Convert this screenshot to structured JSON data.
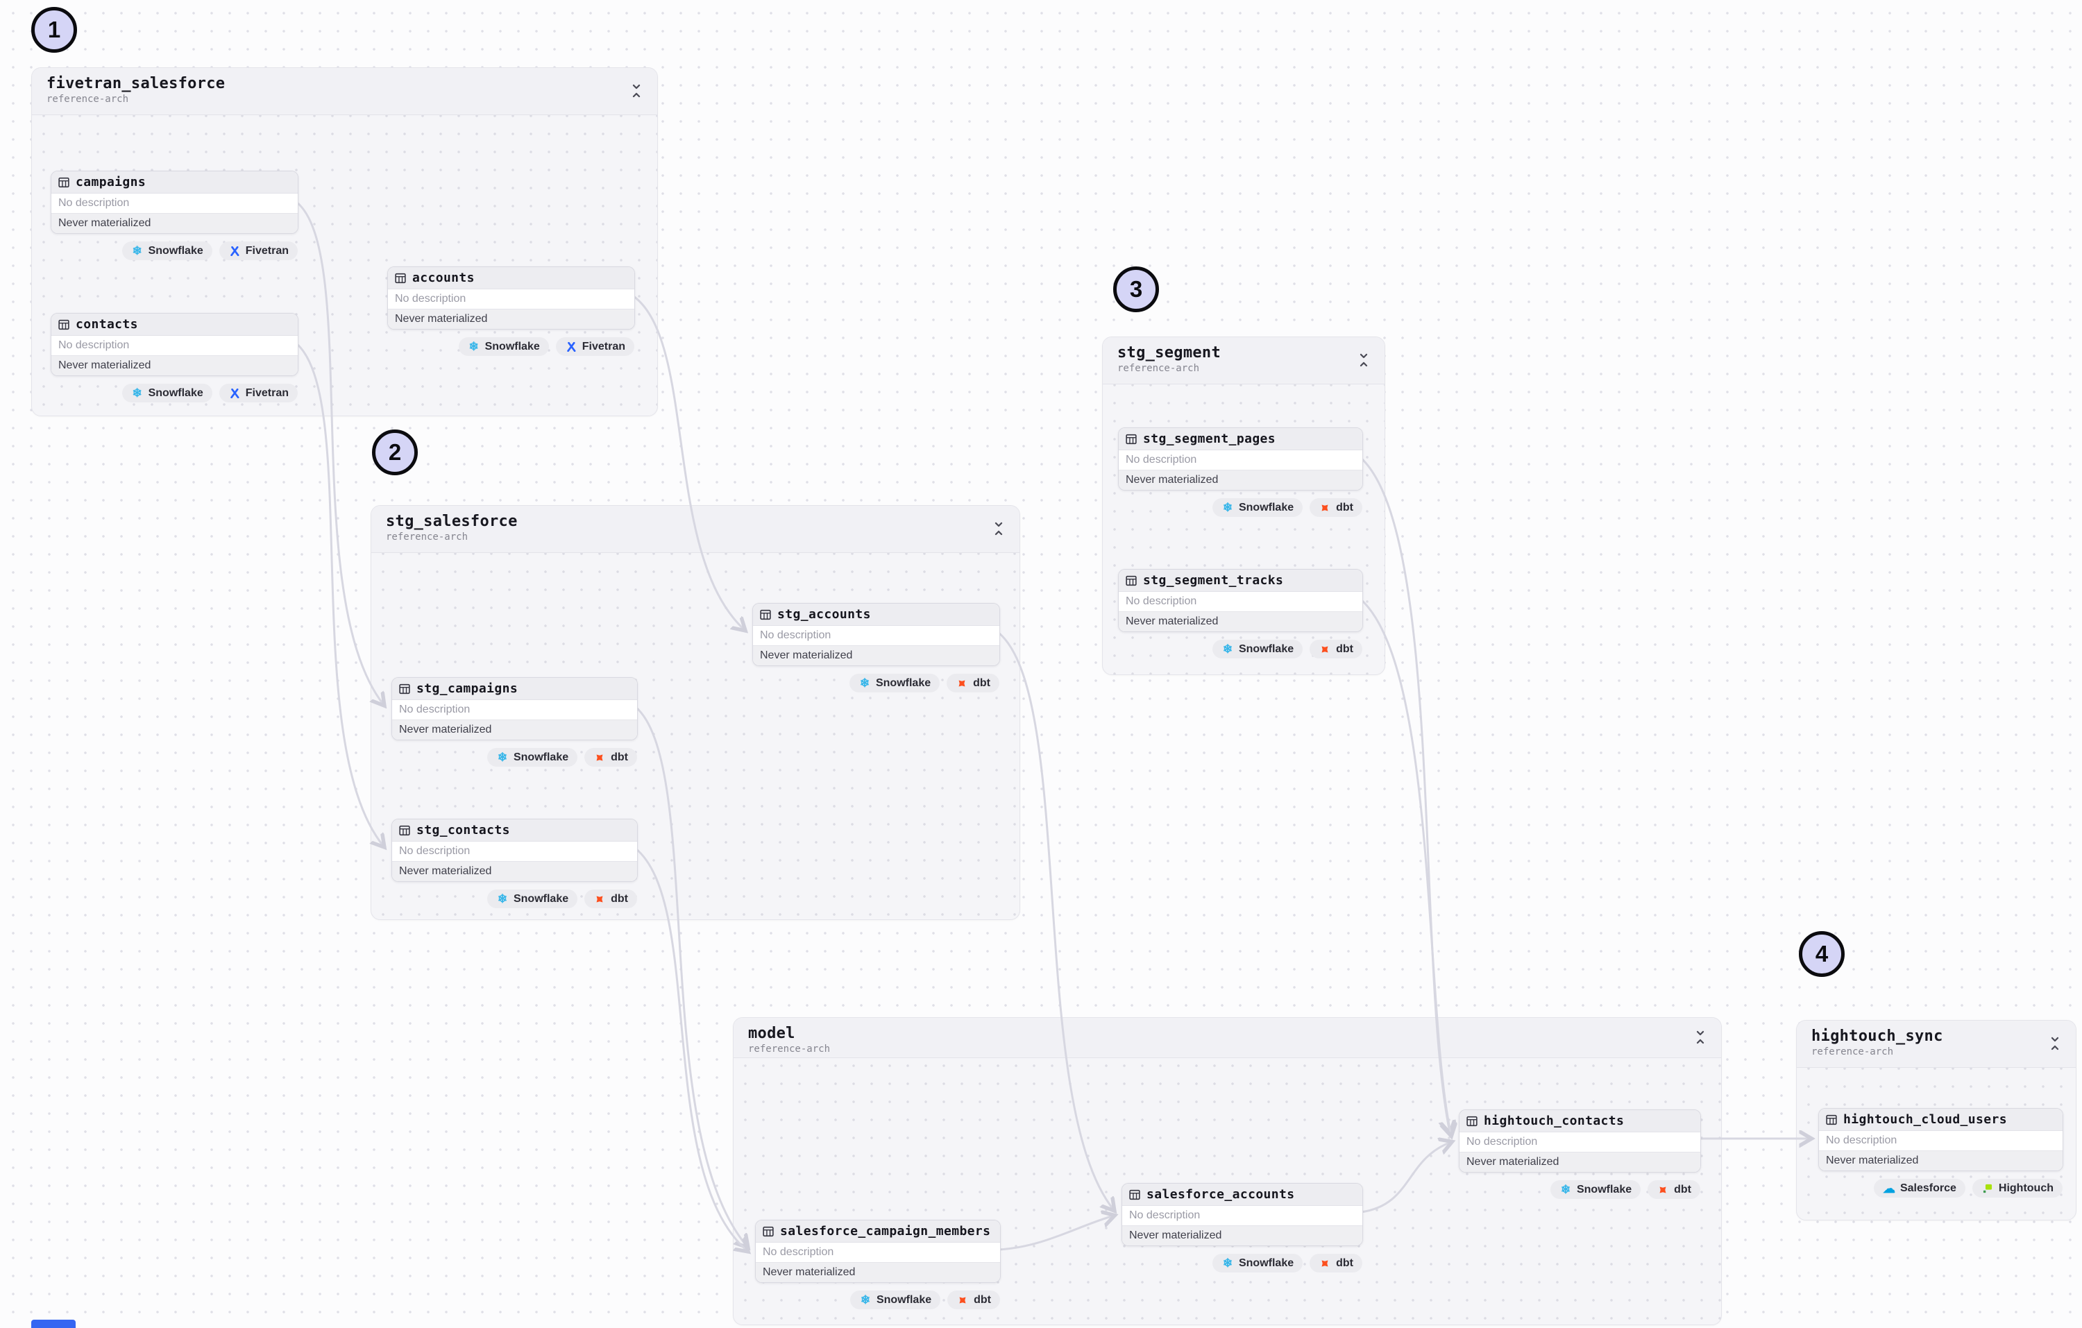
{
  "common": {
    "no_description": "No description",
    "never_materialized": "Never materialized",
    "subtitle": "reference-arch"
  },
  "annotations": [
    "1",
    "2",
    "3",
    "4"
  ],
  "groups": [
    {
      "title": "fivetran_salesforce",
      "nodes": [
        {
          "name": "campaigns",
          "badges": [
            "Snowflake",
            "Fivetran"
          ]
        },
        {
          "name": "accounts",
          "badges": [
            "Snowflake",
            "Fivetran"
          ]
        },
        {
          "name": "contacts",
          "badges": [
            "Snowflake",
            "Fivetran"
          ]
        }
      ]
    },
    {
      "title": "stg_salesforce",
      "nodes": [
        {
          "name": "stg_accounts",
          "badges": [
            "Snowflake",
            "dbt"
          ]
        },
        {
          "name": "stg_campaigns",
          "badges": [
            "Snowflake",
            "dbt"
          ]
        },
        {
          "name": "stg_contacts",
          "badges": [
            "Snowflake",
            "dbt"
          ]
        }
      ]
    },
    {
      "title": "stg_segment",
      "nodes": [
        {
          "name": "stg_segment_pages",
          "badges": [
            "Snowflake",
            "dbt"
          ]
        },
        {
          "name": "stg_segment_tracks",
          "badges": [
            "Snowflake",
            "dbt"
          ]
        }
      ]
    },
    {
      "title": "model",
      "nodes": [
        {
          "name": "hightouch_contacts",
          "badges": [
            "Snowflake",
            "dbt"
          ]
        },
        {
          "name": "salesforce_accounts",
          "badges": [
            "Snowflake",
            "dbt"
          ]
        },
        {
          "name": "salesforce_campaign_members",
          "badges": [
            "Snowflake",
            "dbt"
          ]
        }
      ]
    },
    {
      "title": "hightouch_sync",
      "nodes": [
        {
          "name": "hightouch_cloud_users",
          "badges": [
            "Salesforce",
            "Hightouch"
          ]
        }
      ]
    }
  ],
  "icons": {
    "snowflake": "❄",
    "salesforce": "☁",
    "fivetran": "blue-x-glyph",
    "dbt": "orange-four-point-star",
    "hightouch": "lime-and-green-squares",
    "table": "grid",
    "collapse": "fold-vertical-chevrons"
  },
  "colors": {
    "snowflake": "#35b5e9",
    "fivetran": "#2962ff",
    "dbt": "#fc4f1e",
    "salesforce": "#00a1e0",
    "hightouch_light": "#a8e10c",
    "hightouch_dark": "#3e9b4f",
    "edge": "#d7d7e1",
    "annotation_fill": "#d5d5f6",
    "group_bg": "#f5f5f8",
    "node_header_bg": "#ededf1"
  }
}
